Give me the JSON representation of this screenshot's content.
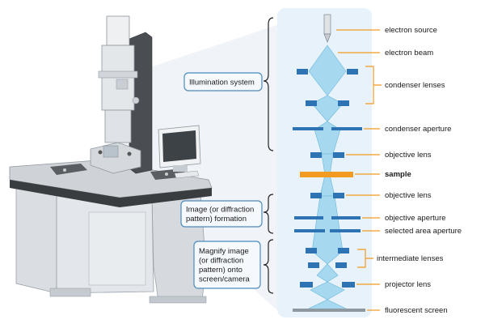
{
  "colors": {
    "orange": "#f39a21",
    "blue": "#2e74b5",
    "beam": "#9fd7ee",
    "beam_edge": "#5ab0d6",
    "column_panel": "#e8f2fa",
    "box_border": "#4a8bbf",
    "box_fill": "#f5f9fd"
  },
  "group_boxes": [
    {
      "id": "illumination",
      "lines": [
        "Illumination system"
      ]
    },
    {
      "id": "image-formation",
      "lines": [
        "Image (or diffraction",
        "pattern) formation"
      ]
    },
    {
      "id": "magnify",
      "lines": [
        "Magnify image",
        "(or diffraction",
        "pattern) onto",
        "screen/camera"
      ]
    }
  ],
  "components": [
    {
      "id": "electron-source",
      "label": "electron source",
      "bold": false
    },
    {
      "id": "electron-beam",
      "label": "electron beam",
      "bold": false
    },
    {
      "id": "condenser-lenses",
      "label": "condenser lenses",
      "bold": false
    },
    {
      "id": "condenser-aperture",
      "label": "condenser aperture",
      "bold": false
    },
    {
      "id": "objective-lens-upper",
      "label": "objective lens",
      "bold": false
    },
    {
      "id": "sample",
      "label": "sample",
      "bold": true
    },
    {
      "id": "objective-lens-lower",
      "label": "objective lens",
      "bold": false
    },
    {
      "id": "objective-aperture",
      "label": "objective aperture",
      "bold": false
    },
    {
      "id": "selected-area-aperture",
      "label": "selected area aperture",
      "bold": false
    },
    {
      "id": "intermediate-lenses",
      "label": "intermediate lenses",
      "bold": false
    },
    {
      "id": "projector-lens",
      "label": "projector lens",
      "bold": false
    },
    {
      "id": "fluorescent-screen",
      "label": "fluorescent screen",
      "bold": false
    }
  ]
}
